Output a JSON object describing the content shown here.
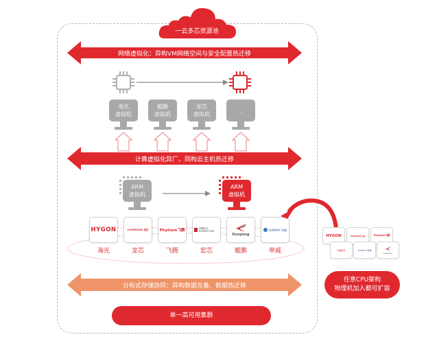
{
  "colors": {
    "primary_red": "#e0282f",
    "orange": "#ee9468",
    "gray": "#a8a8a8",
    "frame_border": "#b5b5b5"
  },
  "cloud": {
    "label": "一云多芯资源池",
    "icon": "cloud-icon"
  },
  "network_arrow": {
    "label": "网络虚拟化：异构VM网络空间与安全配置热迁移"
  },
  "chips": {
    "source_icon": "cpu-chip-icon",
    "target_icon": "cpu-chip-icon"
  },
  "virtual_machines": [
    {
      "line1": "海光",
      "line2": "虚拟机"
    },
    {
      "line1": "鲲鹏",
      "line2": "虚拟机"
    },
    {
      "line1": "龙芯",
      "line2": "虚拟机"
    },
    {
      "line1": "...",
      "line2": ""
    }
  ],
  "compute_arrow": {
    "label": "计算虚拟化异厂、同构云主机热迁移"
  },
  "arm_vm": {
    "source": {
      "line1": "ARM",
      "line2": "虚拟机"
    },
    "target": {
      "line1": "ARM",
      "line2": "虚拟机"
    }
  },
  "brands": [
    {
      "logo": "HYGON",
      "name": "海光"
    },
    {
      "logo": "LOONGSON 龙芯",
      "name": "龙芯"
    },
    {
      "logo": "Phytium飞腾",
      "name": "飞腾"
    },
    {
      "logo": "中晟宏芯 POWERCORE",
      "name": "宏芯"
    },
    {
      "logo": "Kunpeng",
      "name": "鲲鹏"
    },
    {
      "logo": "SUNWAY 申威",
      "name": "申威"
    }
  ],
  "storage_arrow": {
    "label": "分布式存储协同：异构数据互备、数据热迁移"
  },
  "cluster_pill": {
    "label": "单一高可用集群"
  },
  "expansion": {
    "logos": [
      "HYGON",
      "LOONGSON 龙芯",
      "Phytium飞腾",
      "中晟宏芯",
      "SUNWAY 申威",
      "Kunpeng"
    ],
    "pill_line1": "任意CPU架构",
    "pill_line2": "物理机加入都可扩容"
  }
}
